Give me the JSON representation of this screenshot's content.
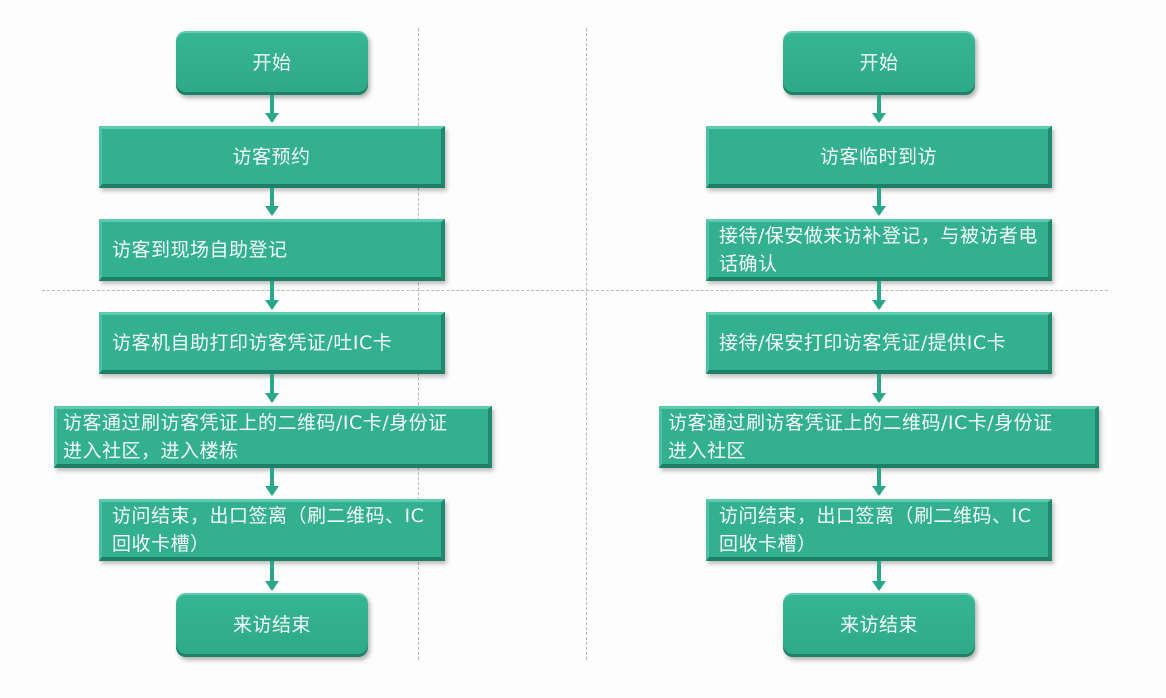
{
  "colors": {
    "box_fill": "#32b08f",
    "arrow": "#2aa88a",
    "text": "#f4fbf8",
    "guide_line": "#b8b8b8"
  },
  "left_flow": {
    "steps": [
      {
        "label": "开始",
        "shape": "rounded"
      },
      {
        "label": "访客预约",
        "shape": "rect"
      },
      {
        "label": "访客到现场自助登记",
        "shape": "rect"
      },
      {
        "label": "访客机自助打印访客凭证/吐IC卡",
        "shape": "rect"
      },
      {
        "label": "访客通过刷访客凭证上的二维码/IC卡/身份证进入社区，进入楼栋",
        "shape": "rect"
      },
      {
        "label": "访问结束，出口签离（刷二维码、IC回收卡槽）",
        "shape": "rect"
      },
      {
        "label": "来访结束",
        "shape": "rounded"
      }
    ]
  },
  "right_flow": {
    "steps": [
      {
        "label": "开始",
        "shape": "rounded"
      },
      {
        "label": "访客临时到访",
        "shape": "rect"
      },
      {
        "label": "接待/保安做来访补登记，与被访者电话确认",
        "shape": "rect"
      },
      {
        "label": "接待/保安打印访客凭证/提供IC卡",
        "shape": "rect"
      },
      {
        "label": "访客通过刷访客凭证上的二维码/IC卡/身份证进入社区",
        "shape": "rect"
      },
      {
        "label": "访问结束，出口签离（刷二维码、IC回收卡槽）",
        "shape": "rect"
      },
      {
        "label": "来访结束",
        "shape": "rounded"
      }
    ]
  }
}
